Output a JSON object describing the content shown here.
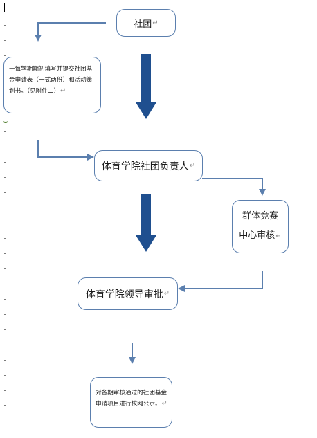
{
  "diagram": {
    "box_club": "社团",
    "box_apply": "于每学期期初填写并提交社团基金申请表（一式两份）和活动策划书。（见附件二）",
    "box_head": "体育学院社团负责人",
    "box_center_line1": "群体竞赛",
    "box_center_line2": "中心审核",
    "box_leader": "体育学院领导审批",
    "box_publish": "对各期审核通过的社团基金申请项目进行校网公示。"
  },
  "paragraph_mark": "↵",
  "colors": {
    "line": "#5b7fae",
    "big_arrow": "#1f4f8f",
    "box_border": "#5b7fae"
  }
}
